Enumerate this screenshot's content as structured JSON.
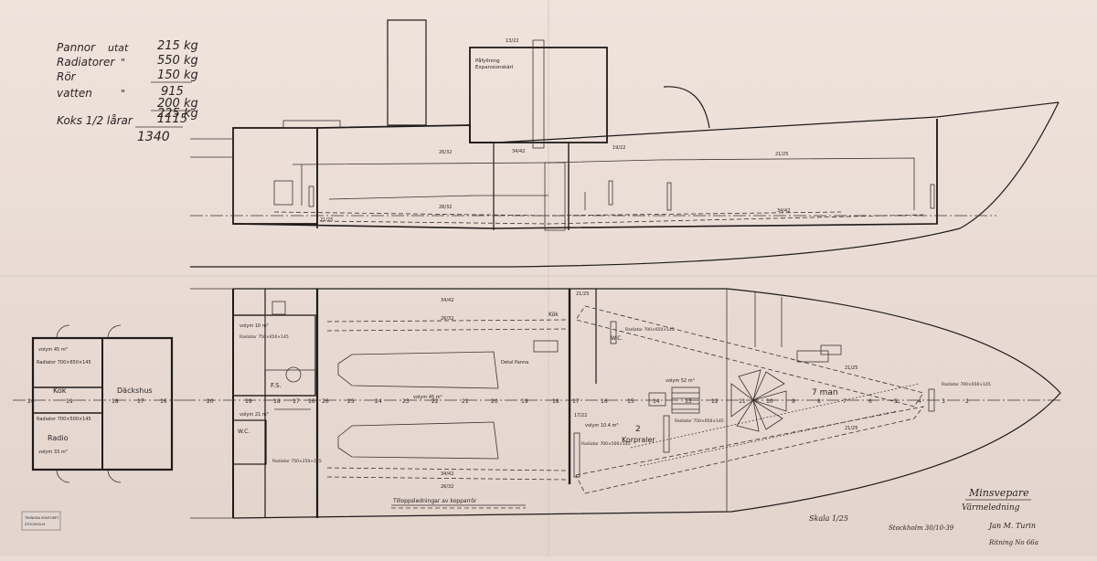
{
  "notes": {
    "lines": [
      {
        "label": "Pannor",
        "qty": "utat",
        "value": "215 kg"
      },
      {
        "label": "Radiatorer",
        "qty": "\"",
        "value": "550 kg"
      },
      {
        "label": "Rör",
        "qty": "",
        "value": "150 kg"
      },
      {
        "label": "",
        "qty": "",
        "value": "915"
      },
      {
        "label": "vatten",
        "qty": "\"",
        "value": "200 kg"
      },
      {
        "label": "",
        "qty": "",
        "value": "1115"
      },
      {
        "label": "Koks 1/2 lårar",
        "qty": "",
        "value": "225 kg"
      },
      {
        "label": "",
        "qty": "",
        "value": "1340"
      }
    ]
  },
  "profile": {
    "labels": {
      "fill": "Påfyllning",
      "expansion": "Expansionskärl",
      "pipe_a": "19/22",
      "pipe_b": "26/32",
      "pipe_c": "34/42",
      "pipe_d": "21/25",
      "pipe_e": "13/22"
    }
  },
  "plan": {
    "rooms": {
      "kok": "Kök",
      "dackshus": "Däckshus",
      "radio": "Radio",
      "fs": "F.S.",
      "wc": "W.C.",
      "korpraler": "Korpraler",
      "corp_no": "2",
      "man": "7 man",
      "kok_plan": "Kök"
    },
    "volumes": {
      "v1": "volym 45 m³",
      "v2": "volym 33 m³",
      "v3": "volym 10 m³",
      "v4": "volym 45 m³",
      "v5": "volym 52 m³",
      "v6": "volym 10.4 m³",
      "v7": "volym 21 m³"
    },
    "radiators": {
      "r1": "Radiator 700×650×145",
      "r2": "Radiator 700×500×145",
      "r3": "Radiator 750×650×145",
      "r4": "Radiator 750×250×145",
      "r5": "Radiator 700×650×145",
      "r6": "Radiator 750×650×145"
    },
    "frames": [
      "20",
      "19",
      "18",
      "17",
      "16",
      "26",
      "25",
      "24",
      "23",
      "22",
      "21",
      "20",
      "19",
      "18",
      "17",
      "16",
      "15",
      "14",
      "13",
      "12",
      "11",
      "10",
      "9",
      "8",
      "7",
      "6",
      "5",
      "4",
      "3",
      "2"
    ],
    "legend": "Tilloppsledningar av kopparrör",
    "boiler": "Detal Panna",
    "dims": {
      "d1": "34/42",
      "d2": "26/32",
      "d3": "21/25",
      "d4": "17/22"
    }
  },
  "title_block": {
    "title": "Minsvepare",
    "subtitle": "Värmeledning",
    "scale": "Skala 1/25",
    "place_date": "Stockholm 30/10-39",
    "signature": "Jan M. Turin",
    "drawing_no": "Ritning No 66a"
  },
  "stamp": {
    "line1": "TEKNISKA KONTORET",
    "line2": "STOCKHOLM"
  }
}
